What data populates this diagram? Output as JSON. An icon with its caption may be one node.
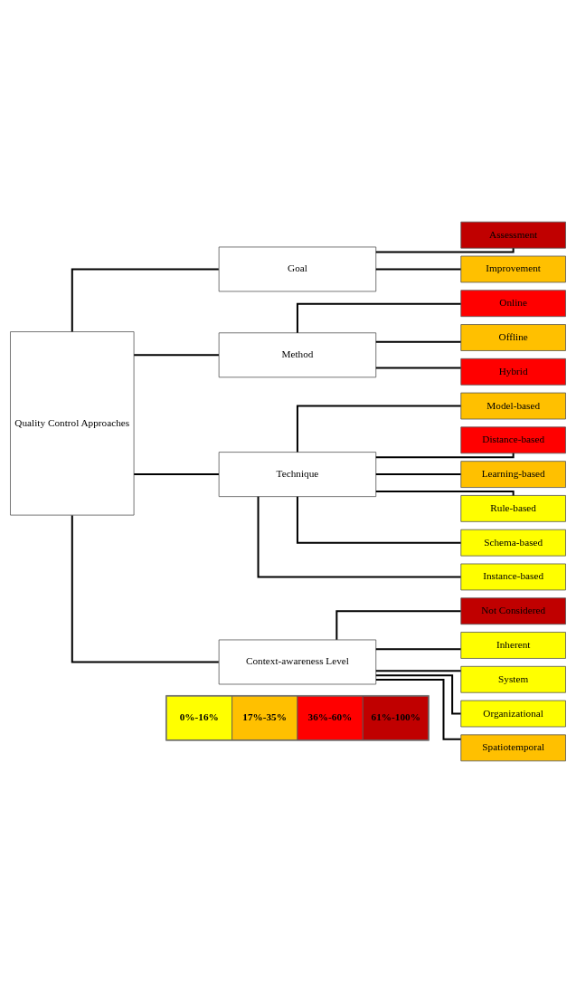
{
  "diagram": {
    "nodes": [
      {
        "text": [
          "Quality Control Approaches"
        ]
      },
      {
        "text": [
          "Goal"
        ]
      },
      {
        "text": [
          "Method"
        ]
      },
      {
        "text": [
          "Technique"
        ]
      },
      {
        "text": [
          "Context-awareness Level"
        ]
      },
      {
        "text": [
          "Assessment"
        ]
      },
      {
        "text": [
          "Improvement"
        ]
      },
      {
        "text": [
          "Online"
        ]
      },
      {
        "text": [
          "Offline"
        ]
      },
      {
        "text": [
          "Hybrid"
        ]
      },
      {
        "text": [
          "Model-based"
        ]
      },
      {
        "text": [
          "Distance-based"
        ]
      },
      {
        "text": [
          "Learning-based"
        ]
      },
      {
        "text": [
          "Rule-based"
        ]
      },
      {
        "text": [
          "Schema-based"
        ]
      },
      {
        "text": [
          "Instance-based"
        ]
      },
      {
        "text": [
          "Not Considered"
        ]
      },
      {
        "text": [
          "Inherent"
        ]
      },
      {
        "text": [
          "System"
        ]
      },
      {
        "text": [
          "Organizational"
        ]
      },
      {
        "text": [
          "Spatiotemporal"
        ]
      }
    ],
    "edges": [
      {
        "from": 0,
        "to": 1,
        "arrow": "none"
      },
      {
        "from": 0,
        "to": 2,
        "arrow": "none"
      },
      {
        "from": 0,
        "to": 3,
        "arrow": "none"
      },
      {
        "from": 0,
        "to": 4,
        "arrow": "none"
      },
      {
        "from": 1,
        "to": 5,
        "arrow": "none"
      },
      {
        "from": 1,
        "to": 6,
        "arrow": "none"
      },
      {
        "from": 2,
        "to": 7,
        "arrow": "none"
      },
      {
        "from": 2,
        "to": 8,
        "arrow": "none"
      },
      {
        "from": 2,
        "to": 9,
        "arrow": "none"
      },
      {
        "from": 3,
        "to": 10,
        "arrow": "none"
      },
      {
        "from": 3,
        "to": 11,
        "arrow": "none"
      },
      {
        "from": 3,
        "to": 12,
        "arrow": "none"
      },
      {
        "from": 3,
        "to": 13,
        "arrow": "none"
      },
      {
        "from": 3,
        "to": 14,
        "arrow": "none"
      },
      {
        "from": 3,
        "to": 15,
        "arrow": "none"
      },
      {
        "from": 4,
        "to": 16,
        "arrow": "none"
      },
      {
        "from": 4,
        "to": 17,
        "arrow": "none"
      },
      {
        "from": 4,
        "to": 18,
        "arrow": "none"
      },
      {
        "from": 4,
        "to": 19,
        "arrow": "none"
      },
      {
        "from": 4,
        "to": 20,
        "arrow": "none"
      }
    ],
    "legend": [
      {
        "text": "0%-16%",
        "color": "#ffff00"
      },
      {
        "text": "17%-35%",
        "color": "#ffc000"
      },
      {
        "text": "36%-60%",
        "color": "#ff0000"
      },
      {
        "text": "61%-100%",
        "color": "#c00000"
      }
    ]
  }
}
